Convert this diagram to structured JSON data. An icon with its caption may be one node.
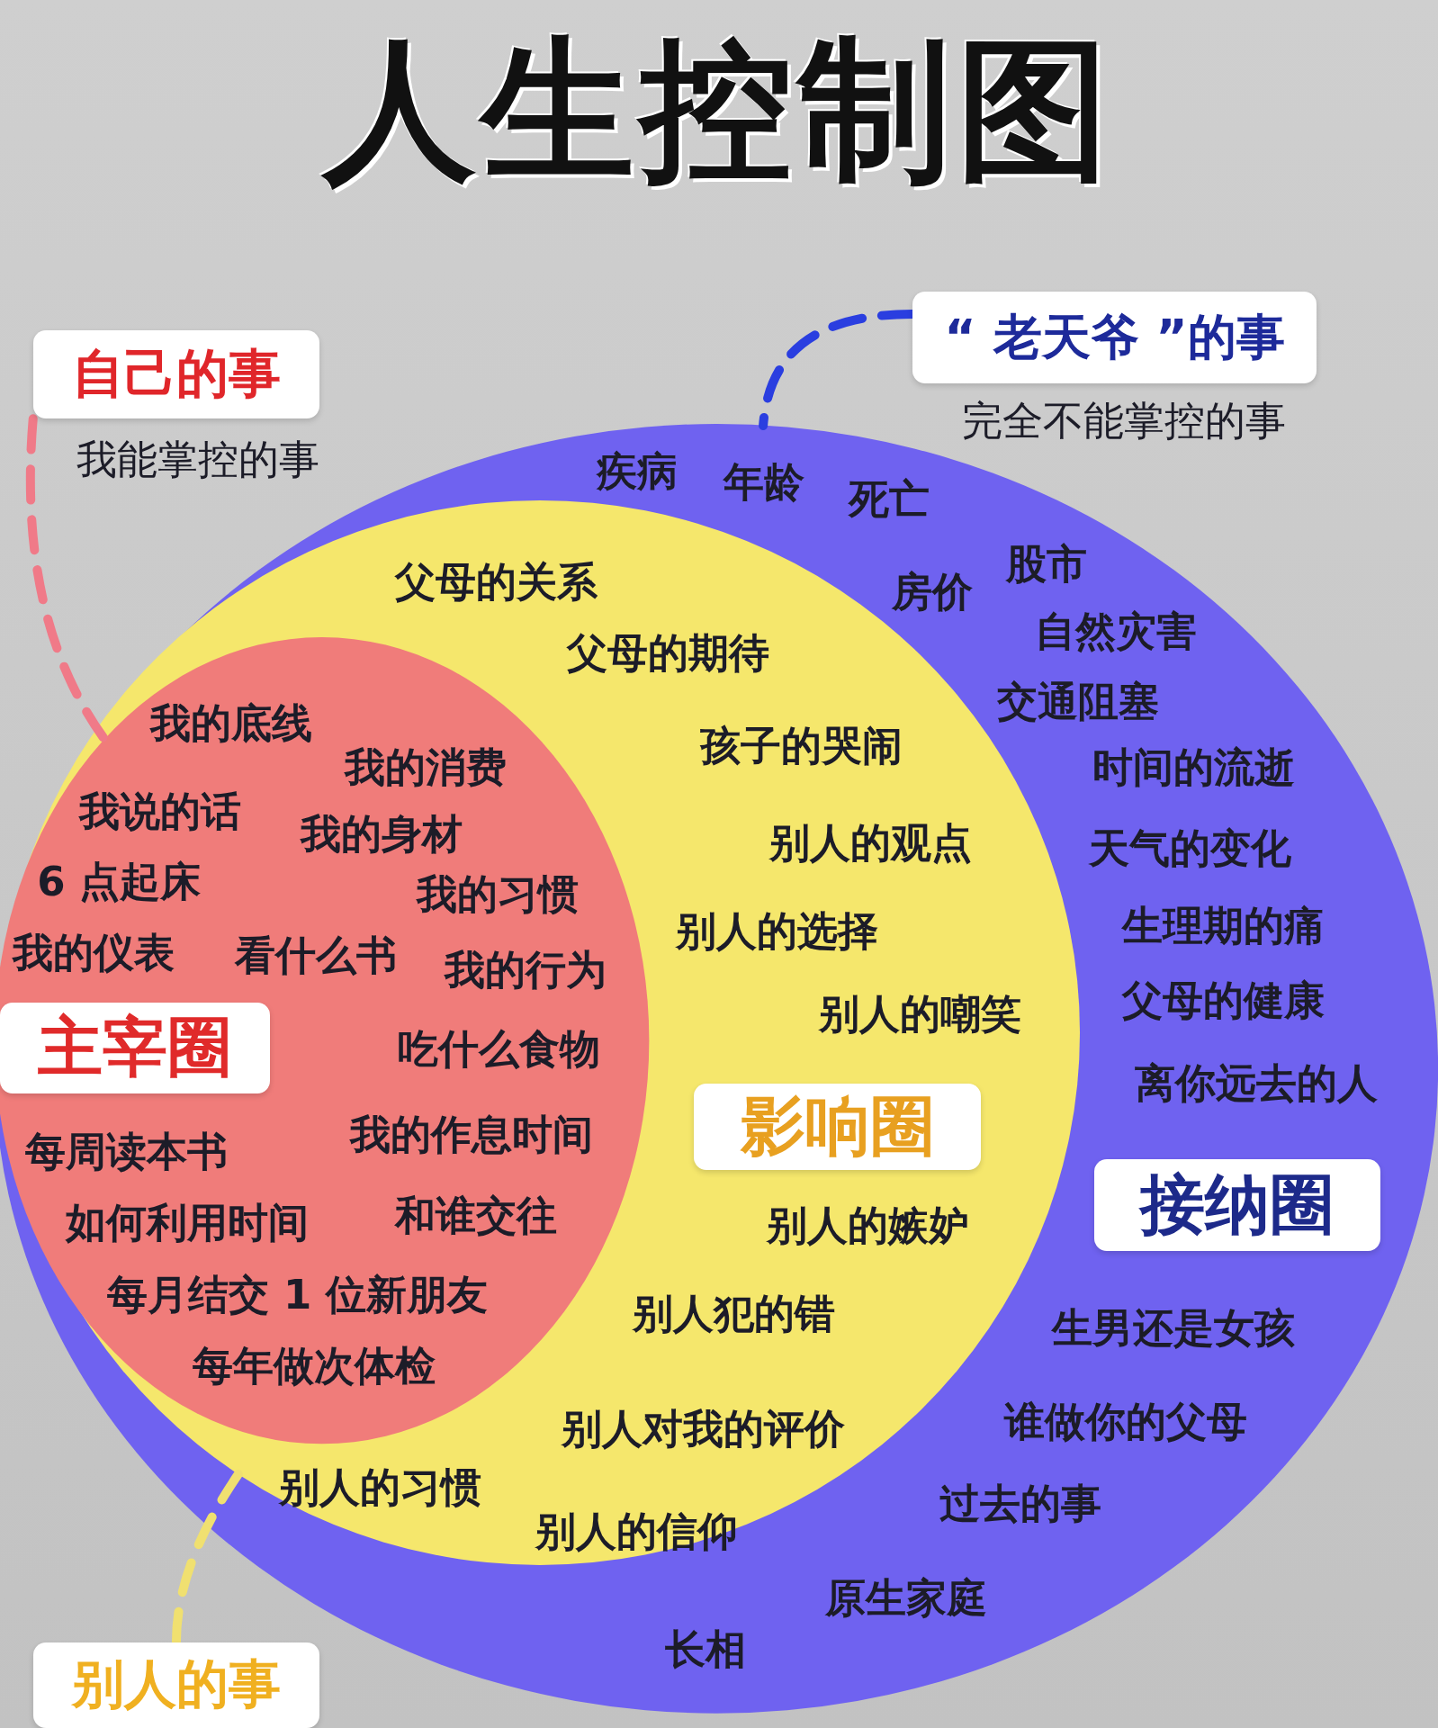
{
  "diagram": {
    "title": "人生控制图",
    "nodes": [
      {
        "text": [
          "疾病",
          "年龄",
          "死亡",
          "股市",
          "房价",
          "自然灾害",
          "交通阻塞",
          "时间的流逝",
          "天气的变化",
          "生理期的痛",
          "父母的健康",
          "离你远去的人",
          "生男还是女孩",
          "谁做你的父母",
          "过去的事",
          "原生家庭",
          "长相"
        ]
      },
      {
        "text": [
          "父母的关系",
          "父母的期待",
          "孩子的哭闹",
          "别人的观点",
          "别人的选择",
          "别人的嘲笑",
          "别人的嫉妒",
          "别人犯的错",
          "别人对我的评价",
          "别人的习惯",
          "别人的信仰"
        ],
        "in": 0
      },
      {
        "text": [
          "我的底线",
          "我的消费",
          "我说的话",
          "我的身材",
          "6 点起床",
          "我的习惯",
          "我的仪表",
          "看什么书",
          "我的行为",
          "吃什么食物",
          "每周读本书",
          "我的作息时间",
          "如何利用时间",
          "和谁交往",
          "每月结交 1 位新朋友",
          "每年做次体检"
        ],
        "in": 1
      },
      {
        "text": [
          "接纳圈"
        ],
        "in": 0
      },
      {
        "text": [
          "影响圈"
        ],
        "in": 1
      },
      {
        "text": [
          "主宰圈"
        ],
        "in": 2
      },
      {
        "text": [
          "自己的事"
        ],
        "beside": [
          "我能掌控的事"
        ]
      },
      {
        "text": [
          "“ 老天爷 ”的事"
        ],
        "beside": [
          "完全不能掌控的事"
        ]
      },
      {
        "text": [
          "别人的事"
        ]
      }
    ],
    "edges": [
      {
        "from": 6,
        "to": 2,
        "arrow": "none",
        "style": "dashed",
        "color": "#f07a88"
      },
      {
        "from": 7,
        "to": 0,
        "arrow": "none",
        "style": "dashed",
        "color": "#2a3ee0"
      },
      {
        "from": 8,
        "to": 1,
        "arrow": "none",
        "style": "dashed",
        "color": "#f0e070"
      }
    ]
  }
}
